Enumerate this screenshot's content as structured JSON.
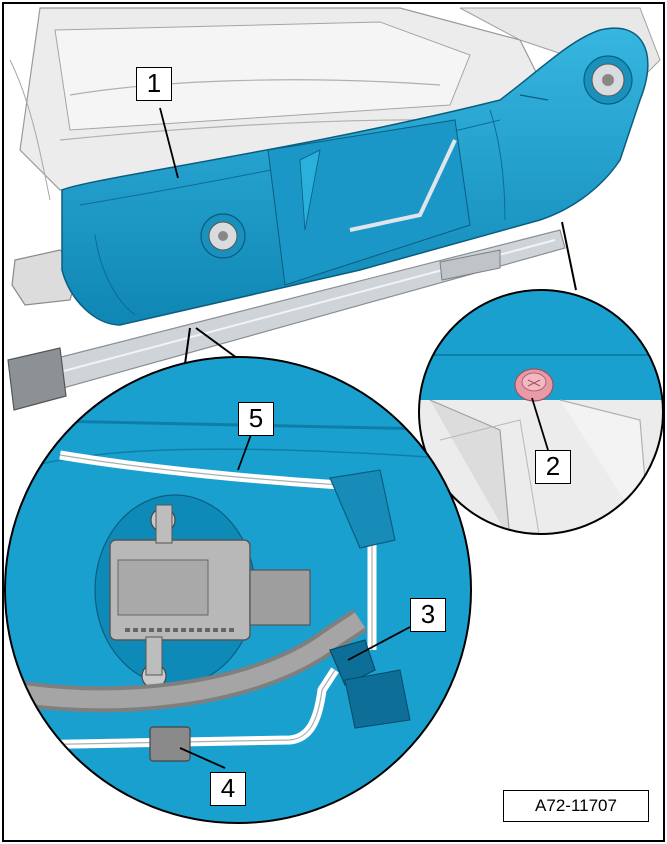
{
  "callouts": [
    {
      "id": "1",
      "label": "1"
    },
    {
      "id": "2",
      "label": "2"
    },
    {
      "id": "3",
      "label": "3"
    },
    {
      "id": "4",
      "label": "4"
    },
    {
      "id": "5",
      "label": "5"
    }
  ],
  "reference": "A72-11707",
  "colors": {
    "trim_blue": "#1aa0cf",
    "trim_blue_dark": "#0e7ea8",
    "seat_grey": "#e6e6e6",
    "rail_grey": "#c9ced3",
    "clip_pink": "#e89aa6",
    "line": "#000000"
  }
}
